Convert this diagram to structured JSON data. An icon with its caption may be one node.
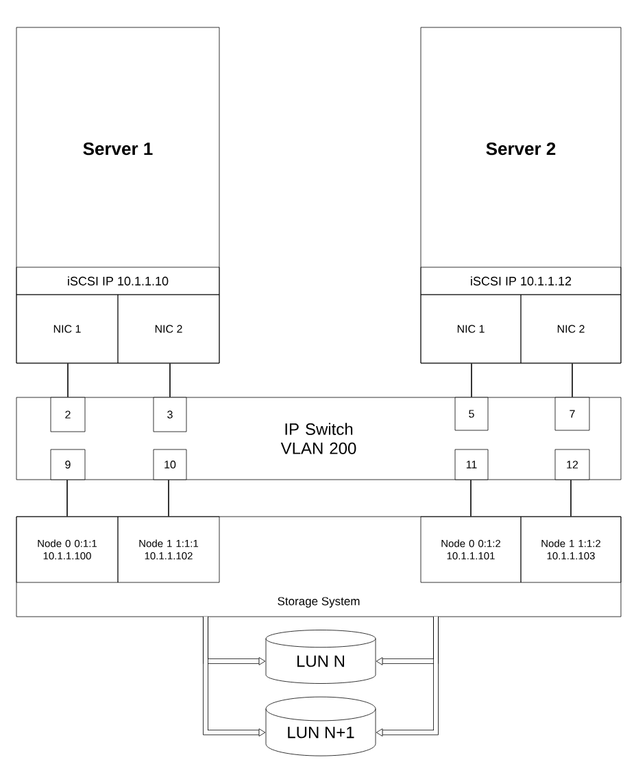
{
  "diagram": {
    "nodes": [
      {
        "text": [
          "Server 1"
        ]
      },
      {
        "text": [
          "iSCSI IP 10.1.1.10"
        ],
        "in": 0
      },
      {
        "text": [
          "NIC 1"
        ],
        "in": 0
      },
      {
        "text": [
          "NIC 2"
        ],
        "in": 0
      },
      {
        "text": [
          "Server 2"
        ]
      },
      {
        "text": [
          "iSCSI IP 10.1.1.12"
        ],
        "in": 4
      },
      {
        "text": [
          "NIC 1"
        ],
        "in": 4
      },
      {
        "text": [
          "NIC 2"
        ],
        "in": 4
      },
      {
        "text": [
          "IP Switch VLAN 200"
        ]
      },
      {
        "text": [
          "2"
        ],
        "in": 8
      },
      {
        "text": [
          "3"
        ],
        "in": 8
      },
      {
        "text": [
          "5"
        ],
        "in": 8
      },
      {
        "text": [
          "7"
        ],
        "in": 8
      },
      {
        "text": [
          "9"
        ],
        "in": 8
      },
      {
        "text": [
          "10"
        ],
        "in": 8
      },
      {
        "text": [
          "11"
        ],
        "in": 8
      },
      {
        "text": [
          "12"
        ],
        "in": 8
      },
      {
        "text": [
          "Storage System"
        ]
      },
      {
        "text": [
          "Node 0 0:1:1 10.1.1.100"
        ],
        "in": 17
      },
      {
        "text": [
          "Node 1 1:1:1 10.1.1.102"
        ],
        "in": 17
      },
      {
        "text": [
          "Node 0 0:1:2 10.1.1.101"
        ],
        "in": 17
      },
      {
        "text": [
          "Node 1 1:1:2 10.1.1.103"
        ],
        "in": 17
      },
      {
        "text": [
          "LUN N"
        ]
      },
      {
        "text": [
          "LUN N+1"
        ]
      }
    ],
    "edges": [
      {
        "from": 2,
        "to": 9,
        "arrow": "none"
      },
      {
        "from": 3,
        "to": 10,
        "arrow": "none"
      },
      {
        "from": 6,
        "to": 11,
        "arrow": "none"
      },
      {
        "from": 7,
        "to": 12,
        "arrow": "none"
      },
      {
        "from": 13,
        "to": 18,
        "arrow": "none"
      },
      {
        "from": 14,
        "to": 19,
        "arrow": "none"
      },
      {
        "from": 15,
        "to": 20,
        "arrow": "none"
      },
      {
        "from": 16,
        "to": 21,
        "arrow": "none"
      },
      {
        "from": 17,
        "to": 22,
        "arrow": "to",
        "style": "thick"
      },
      {
        "from": 17,
        "to": 23,
        "arrow": "to",
        "style": "thick"
      },
      {
        "from": 17,
        "to": 22,
        "arrow": "to",
        "style": "thick"
      },
      {
        "from": 17,
        "to": 23,
        "arrow": "to",
        "style": "thick"
      }
    ]
  }
}
